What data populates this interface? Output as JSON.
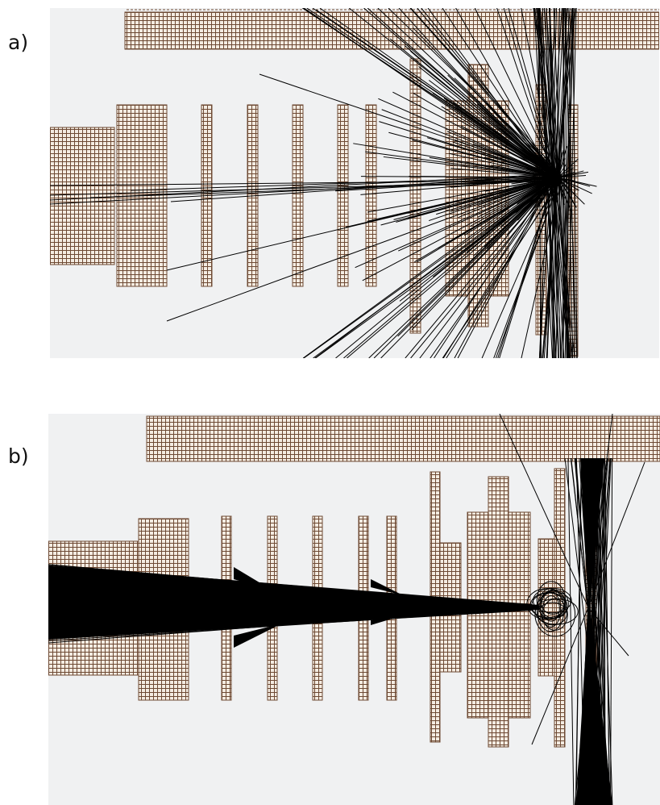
{
  "labels": {
    "a": "a)",
    "b": "b)"
  },
  "colors": {
    "background": "#f0f1f2",
    "electrode_grid": "#6e4a34",
    "electrode_fill": "#f4ece2",
    "trajectory": "#000000"
  },
  "panels": [
    {
      "id": "a",
      "description_label": "a)",
      "beam": "diverging"
    },
    {
      "id": "b",
      "description_label": "b)",
      "beam": "focused"
    }
  ]
}
